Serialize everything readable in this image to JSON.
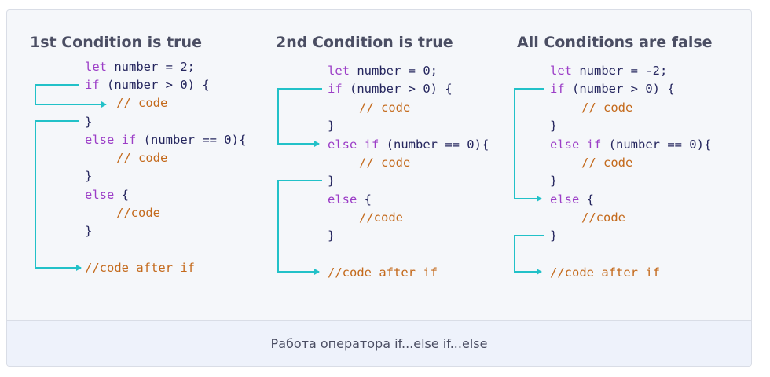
{
  "colors": {
    "arrow": "#22c1c8",
    "keyword": "#9c3ec7",
    "comment": "#c46a1c",
    "text": "#25265e"
  },
  "caption": "Работа оператора if...else if...else",
  "panels": [
    {
      "title": "1st Condition is true",
      "lines": {
        "decl_kw": "let",
        "decl_rest": " number = 2;",
        "if_kw": "if",
        "if_rest": " (number > 0) {",
        "code1": "// code",
        "close1": "}",
        "elseif_kw": "else if",
        "elseif_rest": " (number == 0){",
        "code2": "// code",
        "close2": "}",
        "else_kw": "else",
        "else_rest": " {",
        "code3": "//code",
        "close3": "}",
        "after": "//code after if"
      }
    },
    {
      "title": "2nd Condition is true",
      "lines": {
        "decl_kw": "let",
        "decl_rest": " number = 0;",
        "if_kw": "if",
        "if_rest": " (number > 0) {",
        "code1": "// code",
        "close1": "}",
        "elseif_kw": "else if",
        "elseif_rest": " (number == 0){",
        "code2": "// code",
        "close2": "}",
        "else_kw": "else",
        "else_rest": " {",
        "code3": "//code",
        "close3": "}",
        "after": "//code after if"
      }
    },
    {
      "title": "All Conditions are false",
      "lines": {
        "decl_kw": "let",
        "decl_rest": " number = -2;",
        "if_kw": "if",
        "if_rest": " (number > 0) {",
        "code1": "// code",
        "close1": "}",
        "elseif_kw": "else if",
        "elseif_rest": " (number == 0){",
        "code2": "// code",
        "close2": "}",
        "else_kw": "else",
        "else_rest": " {",
        "code3": "//code",
        "close3": "}",
        "after": "//code after if"
      }
    }
  ]
}
